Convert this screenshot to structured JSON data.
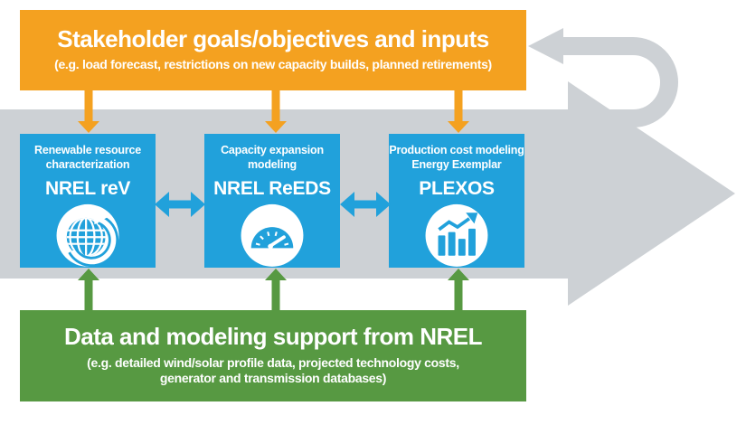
{
  "diagram": {
    "top_banner": {
      "title": "Stakeholder goals/objectives and inputs",
      "subtitle": "(e.g. load forecast, restrictions on new capacity builds, planned retirements)"
    },
    "bottom_banner": {
      "title": "Data and modeling support from NREL",
      "subtitle_line1": "(e.g. detailed wind/solar profile data, projected technology costs,",
      "subtitle_line2": "generator and transmission databases)"
    },
    "models": [
      {
        "role_line1": "Renewable resource",
        "role_line2": "characterization",
        "name": "NREL reV",
        "icon": "globe-cycle-icon"
      },
      {
        "role_line1": "Capacity expansion",
        "role_line2": "modeling",
        "name": "NREL ReEDS",
        "icon": "gauge-icon"
      },
      {
        "role_line1": "Production cost modeling",
        "role_line2": "Energy Exemplar",
        "name": "PLEXOS",
        "icon": "bar-chart-trend-icon"
      }
    ],
    "colors": {
      "orange": "#F4A120",
      "green": "#579942",
      "blue": "#21A1DB",
      "gray": "#CDD1D5",
      "white": "#FFFFFF"
    }
  }
}
